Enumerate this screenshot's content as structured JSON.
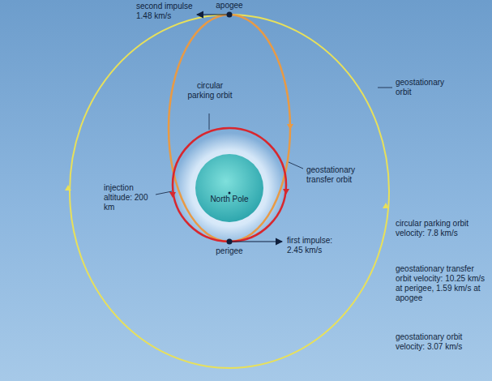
{
  "diagram": {
    "labels": [
      "second impulse 1.48 km/s",
      "apogee",
      "geostationary orbit",
      "circular parking orbit",
      "geostationary transfer orbit",
      "injection altitude: 200 km",
      "North Pole",
      "perigee",
      "first impulse: 2.45 km/s",
      "circular parking orbit velocity: 7.8 km/s",
      "geostationary transfer orbit velocity: 10.25 km/s at perigee, 1.59 km/s at apogee",
      "geostationary orbit velocity: 3.07 km/s"
    ]
  }
}
